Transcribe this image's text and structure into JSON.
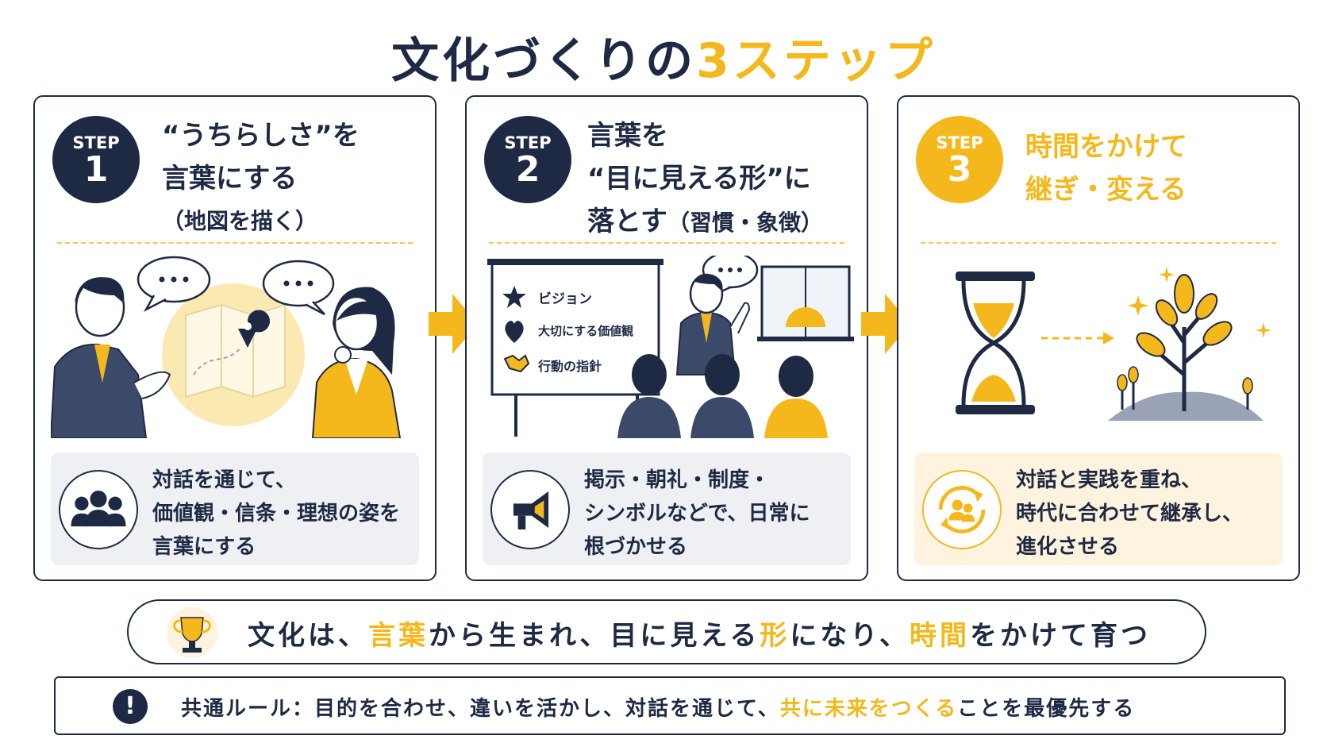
{
  "title": {
    "main": "文化づくりの",
    "accent": "3ステップ"
  },
  "steps": [
    {
      "badge_label": "STEP",
      "badge_num": "1",
      "heading": [
        "“うちらしさ”を",
        "言葉にする",
        "（地図を描く）"
      ],
      "note": [
        "対話を通じて、",
        "価値観・信条・理想の姿を",
        "言葉にする"
      ]
    },
    {
      "badge_label": "STEP",
      "badge_num": "2",
      "heading": [
        "言葉を",
        "“目に見える形”に",
        "落とす",
        "（習慣・象徴）"
      ],
      "board": [
        "ビジョン",
        "大切にする価値観",
        "行動の指針"
      ],
      "note": [
        "掲示・朝礼・制度・",
        "シンボルなどで、日常に",
        "根づかせる"
      ]
    },
    {
      "badge_label": "STEP",
      "badge_num": "3",
      "heading": [
        "時間をかけて",
        "継ぎ・変える"
      ],
      "note": [
        "対話と実践を重ね、",
        "時代に合わせて継承し、",
        "進化させる"
      ]
    }
  ],
  "slogan": {
    "p1": "文化は、",
    "w1": "言葉",
    "p2": "から生まれ、目に見える",
    "w2": "形",
    "p3": "になり、",
    "w3": "時間",
    "p4": "をかけて育つ"
  },
  "rule": {
    "text": "共通ルール：目的を合わせ、違いを活かし、対話を通じて、",
    "accent": "共に未来をつくる",
    "tail": "ことを最優先する",
    "icon": "!"
  },
  "icons": [
    "people-icon",
    "megaphone-icon",
    "cycle-people-icon",
    "trophy-icon",
    "alert-icon",
    "hourglass-icon",
    "plant-icon",
    "map-pin-icon",
    "star-icon",
    "heart-icon",
    "handshake-icon"
  ],
  "colors": {
    "navy": "#1e2a44",
    "gold": "#f5b81c",
    "cream": "#fdf3de",
    "grey": "#eef0f3"
  }
}
